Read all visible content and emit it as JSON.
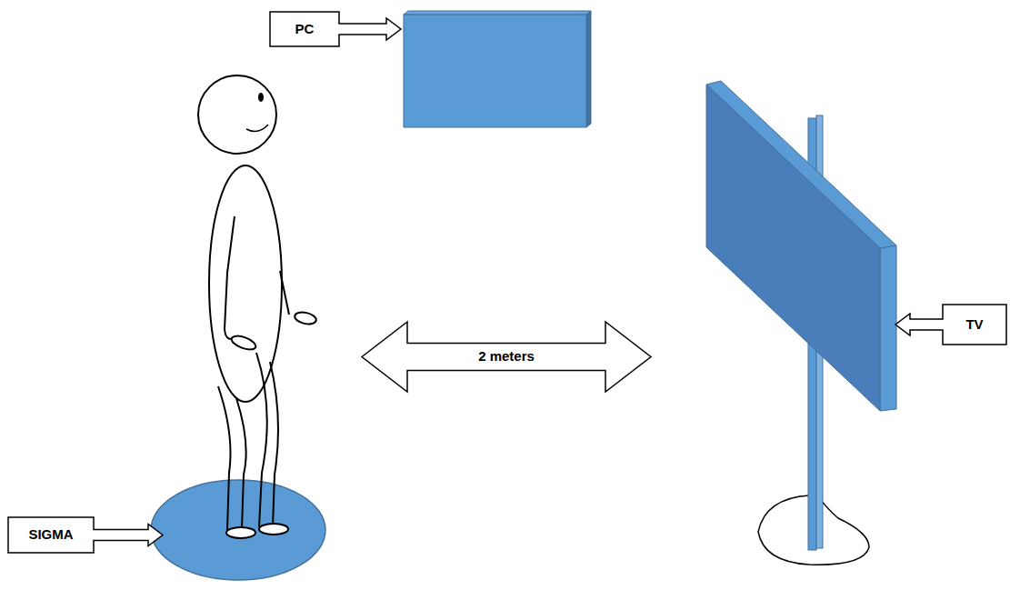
{
  "diagram": {
    "nodes": [
      {
        "text": [
          "PC"
        ]
      },
      {
        "text": [
          "TV"
        ]
      },
      {
        "text": [
          "2 meters"
        ]
      },
      {
        "text": [
          "SIGMA"
        ]
      }
    ]
  }
}
